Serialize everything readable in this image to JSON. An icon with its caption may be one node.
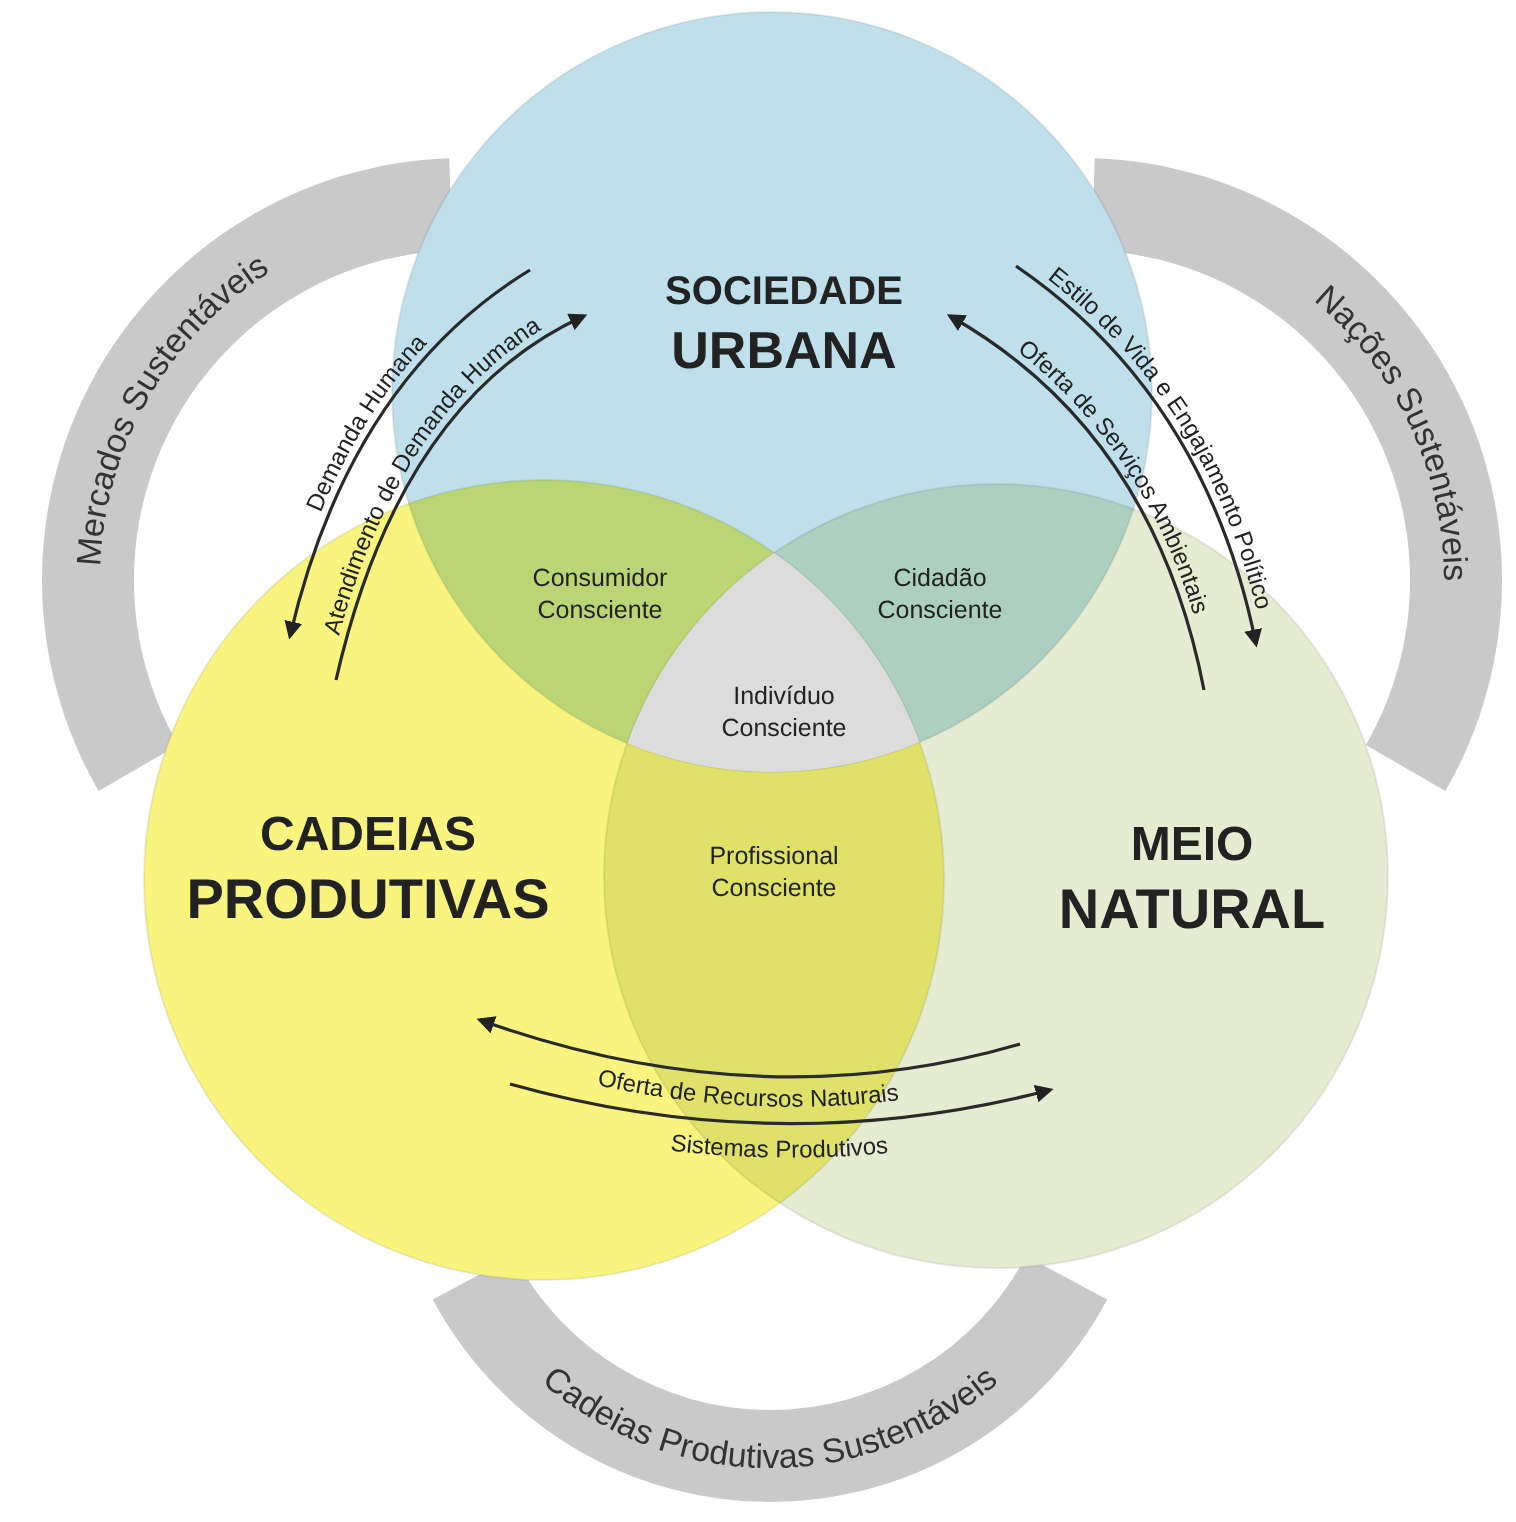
{
  "diagram": {
    "nodes": [
      {
        "text": [
          "Mercados Sustentáveis"
        ]
      },
      {
        "text": [
          "Nações Sustentáveis"
        ]
      },
      {
        "text": [
          "SOCIEDADE URBANA"
        ]
      },
      {
        "text": [
          "Consumidor Consciente"
        ]
      },
      {
        "text": [
          "Cidadão Consciente"
        ]
      },
      {
        "text": [
          "Indivíduo Consciente"
        ]
      },
      {
        "text": [
          "CADEIAS PRODUTIVAS"
        ]
      },
      {
        "text": [
          "Profissional Consciente"
        ]
      },
      {
        "text": [
          "MEIO NATURAL"
        ]
      },
      {
        "text": [
          "Cadeias Produtivas Sustentáveis"
        ]
      }
    ],
    "edges": [
      {
        "from": 2,
        "to": 6,
        "arrow": "to",
        "label": "Demanda Humana"
      },
      {
        "from": 6,
        "to": 2,
        "arrow": "to",
        "label": "Atendimento de Demanda Humana"
      },
      {
        "from": 2,
        "to": 8,
        "arrow": "to",
        "label": "Estilo de Vida e Engajamento Político"
      },
      {
        "from": 8,
        "to": 2,
        "arrow": "to",
        "label": "Oferta de Serviços Ambientais"
      },
      {
        "from": 8,
        "to": 6,
        "arrow": "to",
        "label": "Oferta de Recursos Naturais"
      },
      {
        "from": 6,
        "to": 8,
        "arrow": "to",
        "label": "Sistemas Produtivos"
      }
    ]
  }
}
